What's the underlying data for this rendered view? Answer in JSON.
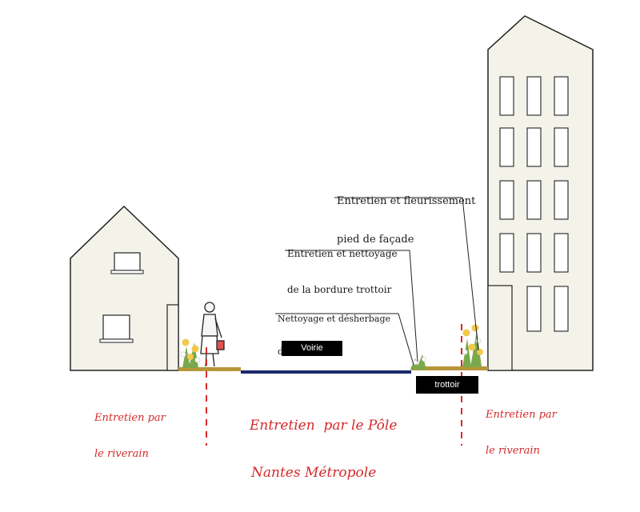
{
  "annotations": {
    "facade": {
      "line1": "Entretien et fleurissement",
      "line2": "pied de façade"
    },
    "bordure": {
      "line1": "Entretien et nettoyage",
      "line2": "de la bordure trottoir"
    },
    "caniveau": {
      "line1": "Nettoyage et désherbage",
      "line2": "du caniveau"
    }
  },
  "labels": {
    "voirie": "Voirie",
    "trottoir": "trottoir"
  },
  "responsibility": {
    "left": {
      "line1": "Entretien par",
      "line2": "le riverain"
    },
    "center": {
      "line1": "Entretien  par le Pôle",
      "line2": "Nantes Métropole"
    },
    "right": {
      "line1": "Entretien par",
      "line2": "le riverain"
    }
  },
  "colors": {
    "red": "#d42a2a",
    "road": "#1a2a6e",
    "sidewalk": "#b7953a",
    "outline": "#222222",
    "facade": "#f4f3ea"
  }
}
